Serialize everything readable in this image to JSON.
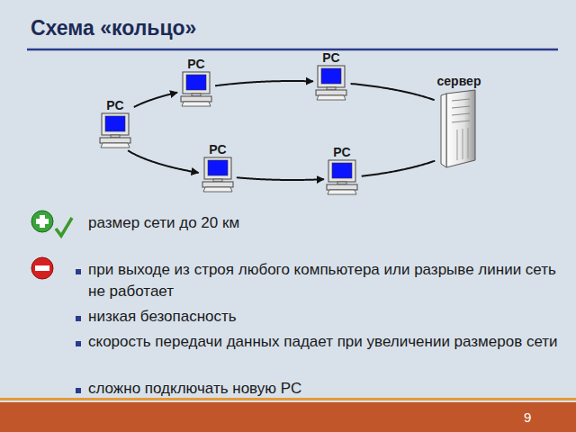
{
  "diagram": {
    "title": "Схема «кольцо»",
    "nodes": [
      {
        "text": [
          "PC"
        ]
      },
      {
        "text": [
          "PC"
        ]
      },
      {
        "text": [
          "PC"
        ]
      },
      {
        "text": [
          "сервер"
        ]
      },
      {
        "text": [
          "PC"
        ]
      },
      {
        "text": [
          "PC"
        ]
      }
    ],
    "edges": [
      {
        "from": 0,
        "to": 1,
        "arrow": "to"
      },
      {
        "from": 1,
        "to": 2,
        "arrow": "to"
      },
      {
        "from": 2,
        "to": 3,
        "arrow": "none"
      },
      {
        "from": 0,
        "to": 4,
        "arrow": "to"
      },
      {
        "from": 4,
        "to": 5,
        "arrow": "to"
      },
      {
        "from": 5,
        "to": 3,
        "arrow": "none"
      }
    ],
    "labels": [
      "размер сети до 20 км",
      "при выходе из строя любого компьютера или разрыве линии сеть не работает",
      "низкая безопасность",
      "скорость передачи данных падает при увеличении размеров сети",
      "сложно подключать новую PC",
      "9"
    ]
  }
}
